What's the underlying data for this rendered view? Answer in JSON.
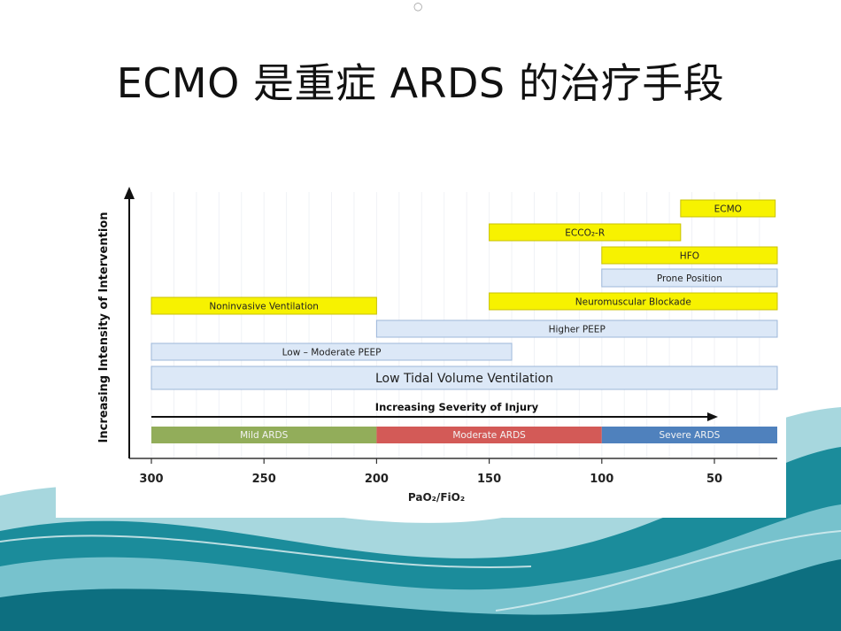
{
  "slide": {
    "top_marker": "○",
    "title": "ECMO 是重症 ARDS 的治疗手段"
  },
  "colors": {
    "yellow": "#f7f200",
    "blue_bar": "#dce8f7",
    "blue_border": "#9db7da",
    "mild": "#92ad5a",
    "moderate": "#d35a57",
    "severe": "#4f81bd",
    "teal": "#1b8c9b"
  },
  "chart_data": {
    "type": "gantt",
    "ylabel": "Increasing Intensity of Intervention",
    "xlabel": "PaO₂/FiO₂",
    "xlim": [
      310,
      25
    ],
    "xticks": [
      300,
      250,
      200,
      150,
      100,
      50
    ],
    "tick_labels": [
      "300",
      "250",
      "200",
      "150",
      "100",
      "50"
    ],
    "arrow_label": "Increasing Severity of Injury",
    "interventions": [
      {
        "label": "ECMO",
        "start": 65,
        "end": 23,
        "style": "yellow"
      },
      {
        "label": "ECCO₂-R",
        "start": 150,
        "end": 65,
        "style": "yellow"
      },
      {
        "label": "HFO",
        "start": 100,
        "end": 22,
        "style": "yellow"
      },
      {
        "label": "Prone Position",
        "start": 100,
        "end": 22,
        "style": "blue"
      },
      {
        "label": "Neuromuscular Blockade",
        "start": 150,
        "end": 22,
        "style": "yellow"
      },
      {
        "label": "Noninvasive Ventilation",
        "start": 300,
        "end": 200,
        "style": "yellow"
      },
      {
        "label": "Higher PEEP",
        "start": 200,
        "end": 22,
        "style": "blue"
      },
      {
        "label": "Low – Moderate PEEP",
        "start": 300,
        "end": 140,
        "style": "blue"
      },
      {
        "label": "Low Tidal Volume Ventilation",
        "start": 300,
        "end": 22,
        "style": "blue"
      }
    ],
    "severity": [
      {
        "label": "Mild ARDS",
        "start": 300,
        "end": 200,
        "color": "#92ad5a"
      },
      {
        "label": "Moderate ARDS",
        "start": 200,
        "end": 100,
        "color": "#d35a57"
      },
      {
        "label": "Severe ARDS",
        "start": 100,
        "end": 22,
        "color": "#4f81bd"
      }
    ]
  }
}
